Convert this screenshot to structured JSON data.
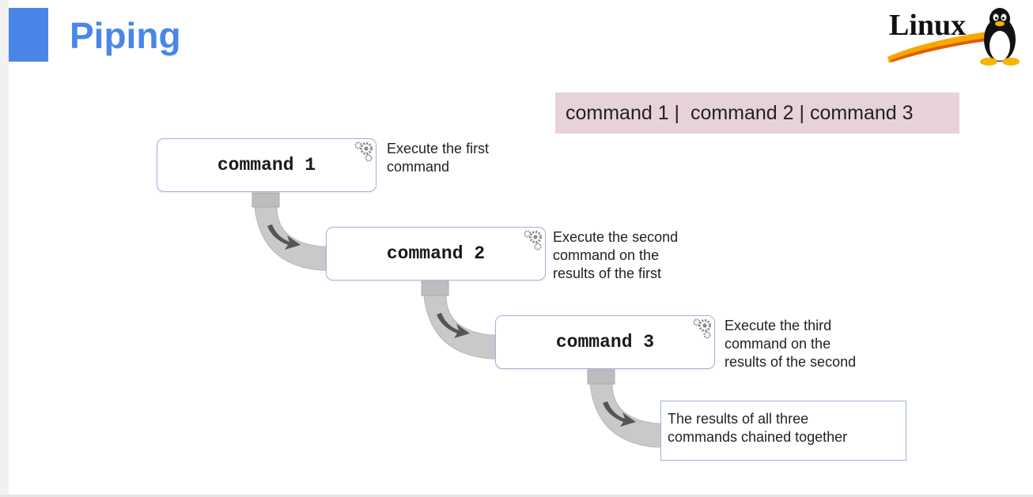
{
  "slide": {
    "title": "Piping",
    "logo_text": "Linux",
    "syntax": "command 1 |  command 2 | command 3"
  },
  "steps": [
    {
      "command": "command 1",
      "description": [
        "Execute the first",
        "command"
      ]
    },
    {
      "command": "command 2",
      "description": [
        "Execute the second",
        "command on the",
        "results of the first"
      ]
    },
    {
      "command": "command 3",
      "description": [
        "Execute the third",
        "command on the",
        "results of the second"
      ]
    }
  ],
  "result": {
    "lines": [
      "The results of all three",
      "commands chained together"
    ]
  },
  "colors": {
    "title": "#4a86e8",
    "accent_bar": "#4a86e8",
    "syntax_background": "#e8d2d9",
    "box_border": "#9fb3d9",
    "pipe": "#c9c9c9",
    "arrow": "#555555"
  },
  "icons": {
    "step": "gears-icon",
    "connector": "elbow-pipe-arrow-icon",
    "logo": "tux-penguin-icon"
  }
}
